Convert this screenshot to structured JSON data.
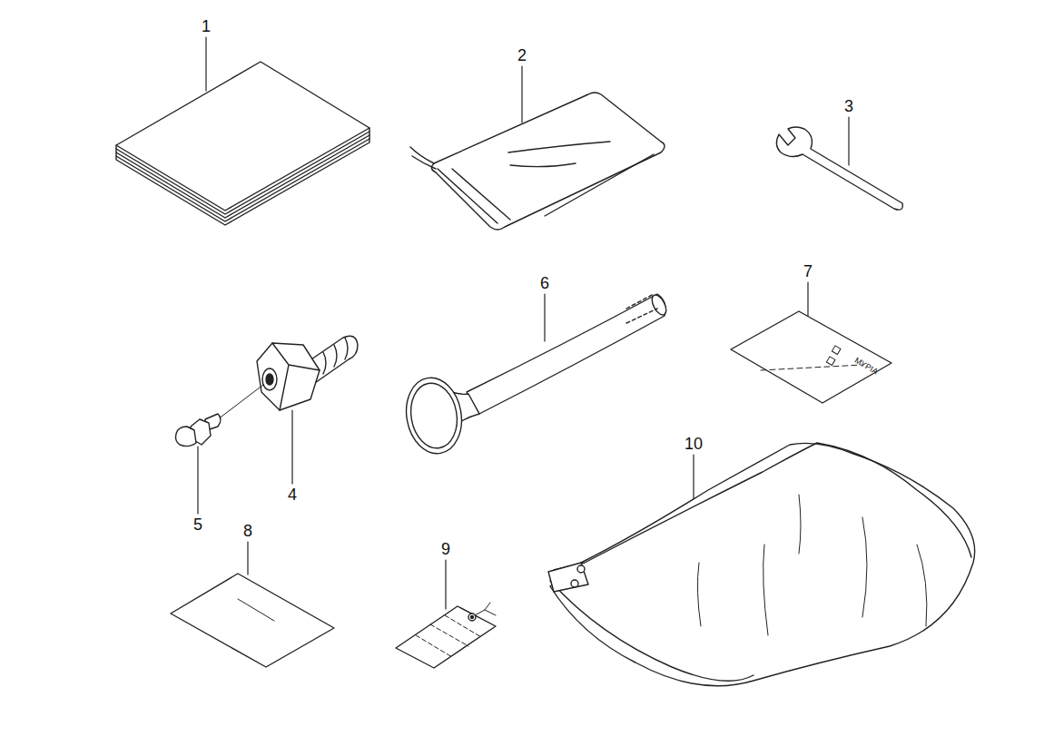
{
  "diagram": {
    "labels": [
      "1",
      "2",
      "3",
      "6",
      "7",
      "4",
      "5",
      "8",
      "9",
      "10",
      "MYPIA"
    ]
  }
}
